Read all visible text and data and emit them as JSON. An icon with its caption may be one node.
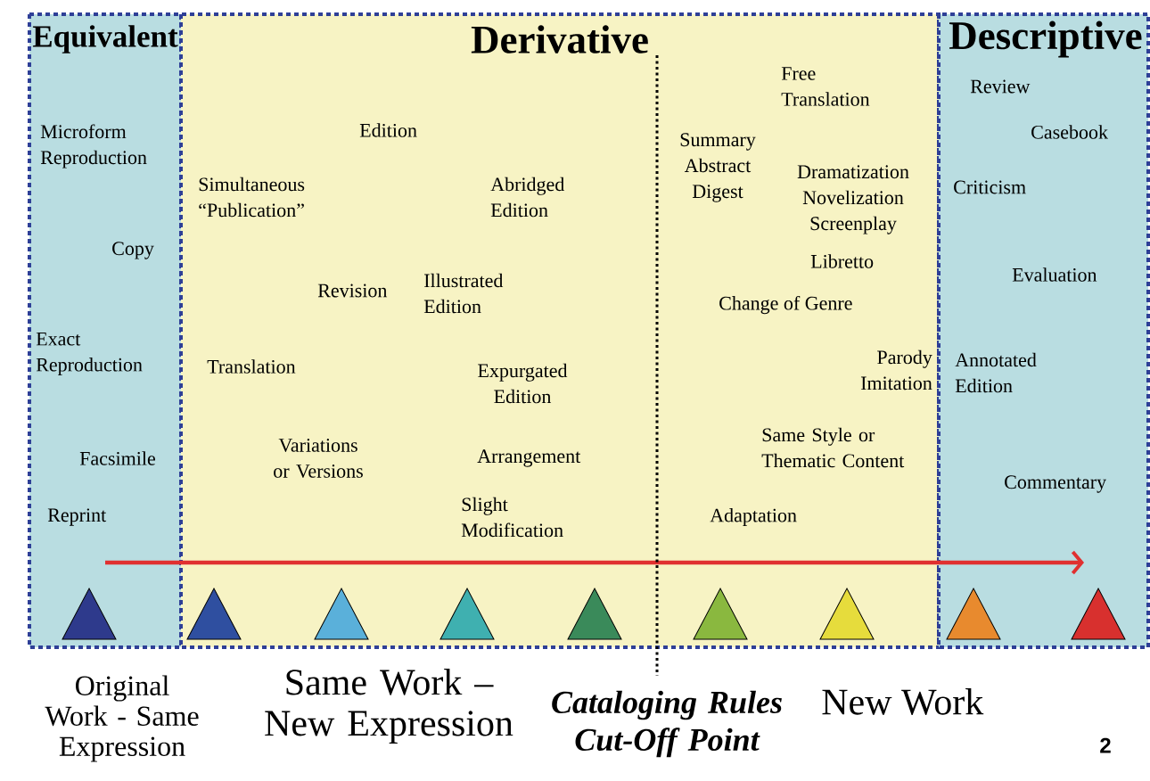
{
  "diagram": {
    "labels": [
      "Equivalent",
      "Derivative",
      "Descriptive",
      "Free Translation",
      "Review",
      "Microform Reproduction",
      "Edition",
      "Casebook",
      "Simultaneous “Publication”",
      "Abridged Edition",
      "Summary Abstract Digest",
      "Dramatization Novelization Screenplay",
      "Criticism",
      "Copy",
      "Libretto",
      "Evaluation",
      "Revision",
      "Illustrated Edition",
      "Change of Genre",
      "Exact Reproduction",
      "Translation",
      "Expurgated Edition",
      "Parody Imitation",
      "Annotated Edition",
      "Facsimile",
      "Variations or Versions",
      "Arrangement",
      "Same Style or Thematic Content",
      "Commentary",
      "Reprint",
      "Slight Modification",
      "Adaptation",
      "Original Work - Same Expression",
      "Same Work – New Expression",
      "Cataloging Rules Cut-Off Point",
      "New Work",
      "2"
    ]
  }
}
